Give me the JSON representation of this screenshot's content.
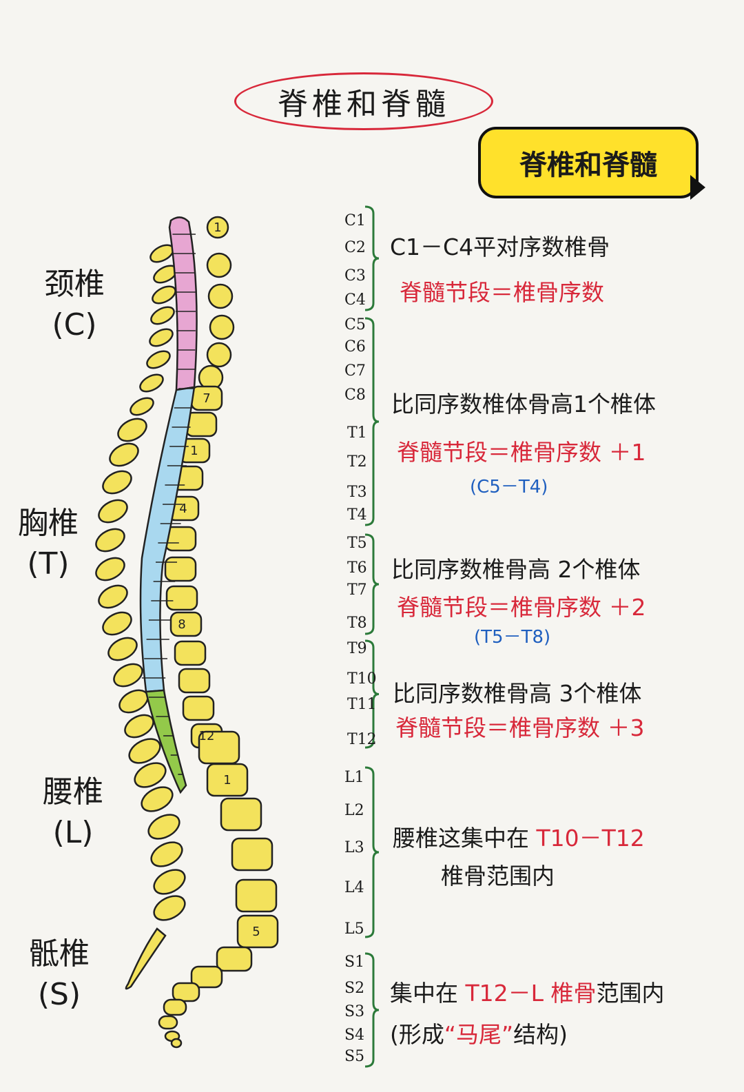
{
  "title": "脊椎和脊髓",
  "badge": "脊椎和脊髓",
  "regions": [
    {
      "name": "颈椎",
      "code": "(C)"
    },
    {
      "name": "胸椎",
      "code": "(T)"
    },
    {
      "name": "腰椎",
      "code": "(L)"
    },
    {
      "name": "骶椎",
      "code": "(S)"
    }
  ],
  "vertebra_numbers": [
    "1",
    "7",
    "1",
    "4",
    "8",
    "12",
    "1",
    "5"
  ],
  "segments": [
    "C1",
    "C2",
    "C3",
    "C4",
    "C5",
    "C6",
    "C7",
    "C8",
    "T1",
    "T2",
    "T3",
    "T4",
    "T5",
    "T6",
    "T7",
    "T8",
    "T9",
    "T10",
    "T11",
    "T12",
    "L1",
    "L2",
    "L3",
    "L4",
    "L5",
    "S1",
    "S2",
    "S3",
    "S4",
    "S5"
  ],
  "notes": [
    {
      "black": "C1－C4平对序数椎骨",
      "red": "脊髓节段＝椎骨序数",
      "blue": ""
    },
    {
      "black": "比同序数椎体骨高1个椎体",
      "red": "脊髓节段＝椎骨序数 ＋1",
      "blue": "(C5－T4)"
    },
    {
      "black": "比同序数椎骨高 2个椎体",
      "red": "脊髓节段＝椎骨序数 ＋2",
      "blue": "(T5－T8)"
    },
    {
      "black": "比同序数椎骨高 3个椎体",
      "red": "脊髓节段＝椎骨序数 ＋3",
      "blue": ""
    }
  ],
  "lumbar_note": {
    "l1": "腰椎这集中在",
    "l1_red": "T10－T12",
    "l2": "椎骨范围内"
  },
  "sacral_note": {
    "s1": "集中在",
    "s1_red": "T12－L",
    "s1_red2": "椎骨",
    "s1_end": "范围内",
    "s2_a": "(形成",
    "s2_red": "“马尾”",
    "s2_b": "结构)"
  },
  "colors": {
    "cervical_cord": "#e7a6d2",
    "thoracic_cord": "#a9d8ef",
    "lumbar_cord": "#93c94a",
    "vertebra": "#f3e25c",
    "accent_red": "#d8283a",
    "accent_blue": "#1f5fbf",
    "badge": "#ffe12b"
  }
}
